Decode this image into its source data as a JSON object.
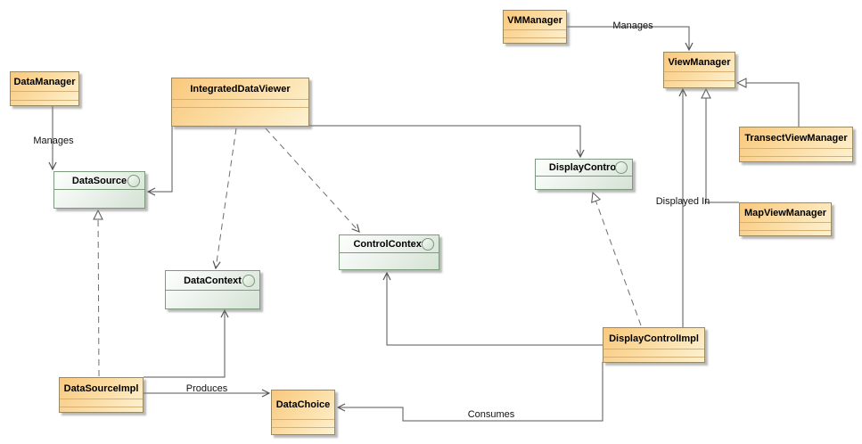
{
  "diagram": {
    "type": "uml-class-diagram",
    "background": "#ffffff",
    "nodes": [
      {
        "id": "data-manager",
        "label": "DataManager",
        "kind": "class"
      },
      {
        "id": "integrated-data-viewer",
        "label": "IntegratedDataViewer",
        "kind": "class"
      },
      {
        "id": "vm-manager",
        "label": "VMManager",
        "kind": "class"
      },
      {
        "id": "view-manager",
        "label": "ViewManager",
        "kind": "class"
      },
      {
        "id": "transect-view-manager",
        "label": "TransectViewManager",
        "kind": "class"
      },
      {
        "id": "map-view-manager",
        "label": "MapViewManager",
        "kind": "class"
      },
      {
        "id": "display-control-impl",
        "label": "DisplayControlImpl",
        "kind": "class"
      },
      {
        "id": "data-source-impl",
        "label": "DataSourceImpl",
        "kind": "class"
      },
      {
        "id": "data-choice",
        "label": "DataChoice",
        "kind": "class"
      },
      {
        "id": "data-source",
        "label": "DataSource",
        "kind": "interface"
      },
      {
        "id": "display-control",
        "label": "DisplayControl",
        "kind": "interface"
      },
      {
        "id": "control-context",
        "label": "ControlContext",
        "kind": "interface"
      },
      {
        "id": "data-context",
        "label": "DataContext",
        "kind": "interface"
      }
    ],
    "edges": [
      {
        "from": "DataManager",
        "to": "DataSource",
        "label": "Manages",
        "style": "solid",
        "arrow": "open"
      },
      {
        "from": "VMManager",
        "to": "ViewManager",
        "label": "Manages",
        "style": "solid",
        "arrow": "open"
      },
      {
        "from": "IntegratedDataViewer",
        "to": "DataSource",
        "label": "",
        "style": "solid",
        "arrow": "open"
      },
      {
        "from": "IntegratedDataViewer",
        "to": "DisplayControl",
        "label": "",
        "style": "solid",
        "arrow": "open"
      },
      {
        "from": "TransectViewManager",
        "to": "ViewManager",
        "label": "",
        "style": "solid",
        "arrow": "triangle"
      },
      {
        "from": "MapViewManager",
        "to": "ViewManager",
        "label": "",
        "style": "solid",
        "arrow": "triangle"
      },
      {
        "from": "DisplayControlImpl",
        "to": "ViewManager",
        "label": "Displayed In",
        "style": "solid",
        "arrow": "open"
      },
      {
        "from": "DisplayControlImpl",
        "to": "ControlContext",
        "label": "",
        "style": "solid",
        "arrow": "open"
      },
      {
        "from": "DisplayControlImpl",
        "to": "DataChoice",
        "label": "Consumes",
        "style": "solid",
        "arrow": "open"
      },
      {
        "from": "DataSourceImpl",
        "to": "DataContext",
        "label": "",
        "style": "solid",
        "arrow": "open"
      },
      {
        "from": "DataSourceImpl",
        "to": "DataChoice",
        "label": "Produces",
        "style": "solid",
        "arrow": "open"
      },
      {
        "from": "DataSourceImpl",
        "to": "DataSource",
        "label": "",
        "style": "dashed",
        "arrow": "triangle"
      },
      {
        "from": "DisplayControlImpl",
        "to": "DisplayControl",
        "label": "",
        "style": "dashed",
        "arrow": "triangle"
      },
      {
        "from": "IntegratedDataViewer",
        "to": "DataContext",
        "label": "",
        "style": "dashed",
        "arrow": "open"
      },
      {
        "from": "IntegratedDataViewer",
        "to": "ControlContext",
        "label": "",
        "style": "dashed",
        "arrow": "open"
      }
    ],
    "colors": {
      "class_fill_dark": "#f9c87d",
      "class_fill_light": "#fdf2d2",
      "class_border": "#9a8a62",
      "interface_fill_dark": "#d5e3d5",
      "interface_fill_light": "#fdfffd",
      "interface_border": "#7c9b7c",
      "line": "#555555",
      "background": "#ffffff"
    }
  }
}
